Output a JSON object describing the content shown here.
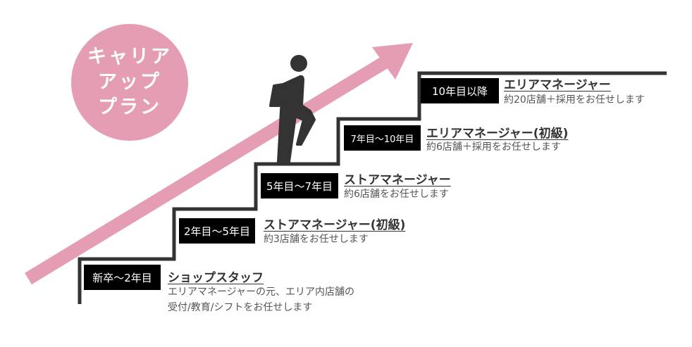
{
  "heading": {
    "line1": "キャリア",
    "line2": "アップ",
    "line3": "プラン"
  },
  "colors": {
    "accent": "#e59db3",
    "stair": "#333333",
    "badge": "#000000"
  },
  "steps": [
    {
      "period": "新卒～2年目",
      "role": "ショップスタッフ",
      "desc1": "エリアマネージャーの元、エリア内店舗の",
      "desc2": "受付/教育/シフトをお任せします"
    },
    {
      "period": "2年目～5年目",
      "role": "ストアマネージャー(初級)",
      "desc1": "約3店舗をお任せします"
    },
    {
      "period": "5年目～7年目",
      "role": "ストアマネージャー",
      "desc1": "約6店舗をお任せします"
    },
    {
      "period": "7年目～10年目",
      "role": "エリアマネージャー(初級)",
      "desc1": "約6店舗＋採用をお任せします"
    },
    {
      "period": "10年目以降",
      "role": "エリアマネージャー",
      "desc1": "約20店舗＋採用をお任せします"
    }
  ]
}
